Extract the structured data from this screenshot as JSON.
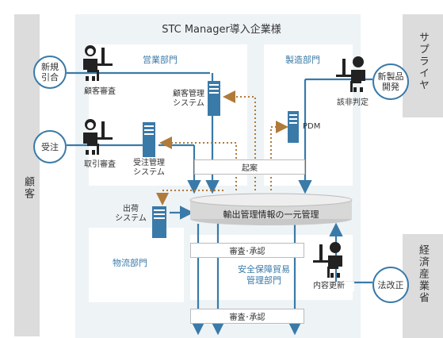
{
  "title": "STC Manager導入企業様",
  "left_sidebar": {
    "label": "顧客"
  },
  "right_sidebar_top": {
    "label": "サプライヤ"
  },
  "right_sidebar_bottom": {
    "label": "経済産業省"
  },
  "departments": {
    "sales": "営業部門",
    "manufacturing": "製造部門",
    "logistics": "物流部門",
    "security": "安全保障貿易\n管理部門"
  },
  "circles": {
    "new_inquiry": "新規\n引合",
    "order": "受注",
    "new_product": "新製品\n開発",
    "law_revision": "法改正"
  },
  "people": {
    "customer_review": "顧客審査",
    "transaction_review": "取引審査",
    "applicability": "該非判定",
    "content_update": "内容更新"
  },
  "systems": {
    "customer_mgmt": "顧客管理\nシステム",
    "order_mgmt": "受注管理\nシステム",
    "shipping": "出荷\nシステム",
    "pdm": "PDM"
  },
  "central": "輸出管理情報の一元管理",
  "boxes": {
    "proposal": "起案",
    "review_approval_1": "審査･承認",
    "review_approval_2": "審査･承認"
  },
  "colors": {
    "blue_arrow": "#3a7aa8",
    "dotted_arrow": "#b07a3a",
    "sidebar": "#dcdcdc",
    "main_bg": "#eef3f6"
  }
}
